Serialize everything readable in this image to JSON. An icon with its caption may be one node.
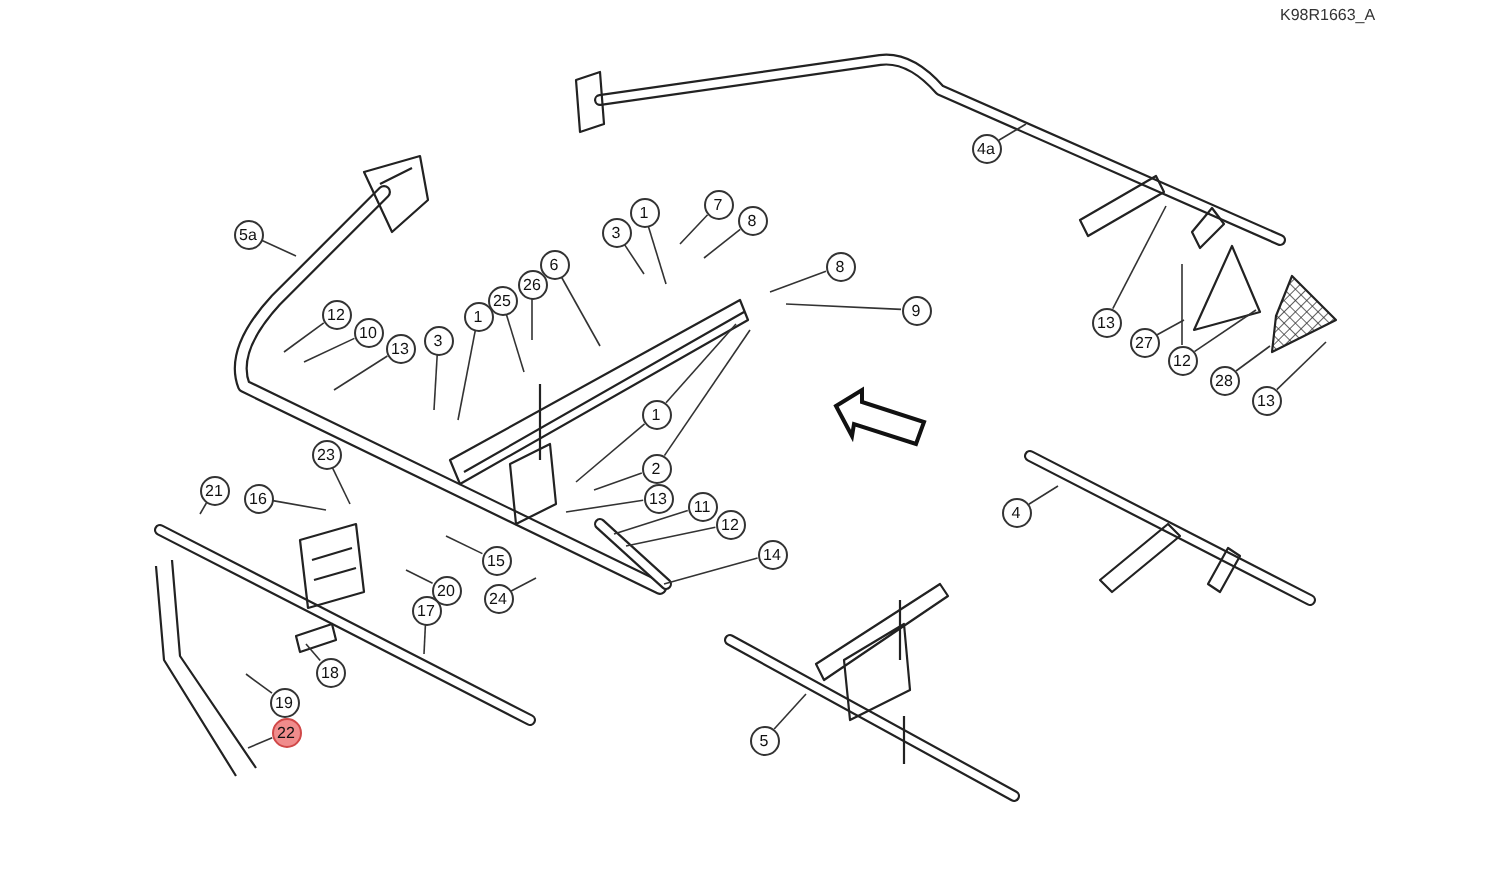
{
  "diagram": {
    "nodes": [
      {
        "text": [
          "5a"
        ]
      },
      {
        "text": [
          "12"
        ]
      },
      {
        "text": [
          "10"
        ]
      },
      {
        "text": [
          "13"
        ]
      },
      {
        "text": [
          "3"
        ]
      },
      {
        "text": [
          "1"
        ]
      },
      {
        "text": [
          "25"
        ]
      },
      {
        "text": [
          "26"
        ]
      },
      {
        "text": [
          "6"
        ]
      },
      {
        "text": [
          "3"
        ]
      },
      {
        "text": [
          "1"
        ]
      },
      {
        "text": [
          "7"
        ]
      },
      {
        "text": [
          "8"
        ]
      },
      {
        "text": [
          "8"
        ]
      },
      {
        "text": [
          "9"
        ]
      },
      {
        "text": [
          "1"
        ]
      },
      {
        "text": [
          "2"
        ]
      },
      {
        "text": [
          "13"
        ]
      },
      {
        "text": [
          "11"
        ]
      },
      {
        "text": [
          "12"
        ]
      },
      {
        "text": [
          "14"
        ]
      },
      {
        "text": [
          "23"
        ]
      },
      {
        "text": [
          "16"
        ]
      },
      {
        "text": [
          "21"
        ]
      },
      {
        "text": [
          "15"
        ]
      },
      {
        "text": [
          "20"
        ]
      },
      {
        "text": [
          "24"
        ]
      },
      {
        "text": [
          "17"
        ]
      },
      {
        "text": [
          "18"
        ]
      },
      {
        "text": [
          "19"
        ]
      },
      {
        "text": [
          "22"
        ]
      },
      {
        "text": [
          "4a"
        ]
      },
      {
        "text": [
          "13"
        ]
      },
      {
        "text": [
          "27"
        ]
      },
      {
        "text": [
          "12"
        ]
      },
      {
        "text": [
          "28"
        ]
      },
      {
        "text": [
          "13"
        ]
      },
      {
        "text": [
          "4"
        ]
      },
      {
        "text": [
          "5"
        ]
      }
    ],
    "edges": [
      {
        "from": 0,
        "to": null,
        "arrow": "none"
      },
      {
        "from": 1,
        "to": null,
        "arrow": "none"
      },
      {
        "from": 2,
        "to": null,
        "arrow": "none"
      },
      {
        "from": 3,
        "to": null,
        "arrow": "none"
      },
      {
        "from": 4,
        "to": null,
        "arrow": "none"
      },
      {
        "from": 5,
        "to": null,
        "arrow": "none"
      },
      {
        "from": 6,
        "to": null,
        "arrow": "none"
      },
      {
        "from": 7,
        "to": null,
        "arrow": "none"
      },
      {
        "from": 8,
        "to": null,
        "arrow": "none"
      },
      {
        "from": 9,
        "to": null,
        "arrow": "none"
      },
      {
        "from": 10,
        "to": null,
        "arrow": "none"
      },
      {
        "from": 11,
        "to": null,
        "arrow": "none"
      },
      {
        "from": 12,
        "to": null,
        "arrow": "none"
      },
      {
        "from": 13,
        "to": null,
        "arrow": "none"
      },
      {
        "from": 14,
        "to": null,
        "arrow": "none"
      },
      {
        "from": 15,
        "to": null,
        "arrow": "none"
      },
      {
        "from": 15,
        "to": null,
        "arrow": "none"
      },
      {
        "from": 16,
        "to": null,
        "arrow": "none"
      },
      {
        "from": 16,
        "to": null,
        "arrow": "none"
      },
      {
        "from": 17,
        "to": null,
        "arrow": "none"
      },
      {
        "from": 18,
        "to": null,
        "arrow": "none"
      },
      {
        "from": 19,
        "to": null,
        "arrow": "none"
      },
      {
        "from": 20,
        "to": null,
        "arrow": "none"
      },
      {
        "from": 21,
        "to": null,
        "arrow": "none"
      },
      {
        "from": 22,
        "to": null,
        "arrow": "none"
      },
      {
        "from": 23,
        "to": null,
        "arrow": "none"
      },
      {
        "from": 24,
        "to": null,
        "arrow": "none"
      },
      {
        "from": 25,
        "to": null,
        "arrow": "none"
      },
      {
        "from": 26,
        "to": null,
        "arrow": "none"
      },
      {
        "from": 27,
        "to": null,
        "arrow": "none"
      },
      {
        "from": 28,
        "to": null,
        "arrow": "none"
      },
      {
        "from": 29,
        "to": null,
        "arrow": "none"
      },
      {
        "from": 30,
        "to": null,
        "arrow": "none"
      },
      {
        "from": 31,
        "to": null,
        "arrow": "none"
      },
      {
        "from": 32,
        "to": null,
        "arrow": "none"
      },
      {
        "from": 33,
        "to": null,
        "arrow": "none"
      },
      {
        "from": 34,
        "to": null,
        "arrow": "none"
      },
      {
        "from": 34,
        "to": null,
        "arrow": "none"
      },
      {
        "from": 35,
        "to": null,
        "arrow": "none"
      },
      {
        "from": 36,
        "to": null,
        "arrow": "none"
      },
      {
        "from": 37,
        "to": null,
        "arrow": "none"
      },
      {
        "from": 38,
        "to": null,
        "arrow": "none"
      }
    ],
    "labels": [
      "K98R1663_A"
    ]
  }
}
